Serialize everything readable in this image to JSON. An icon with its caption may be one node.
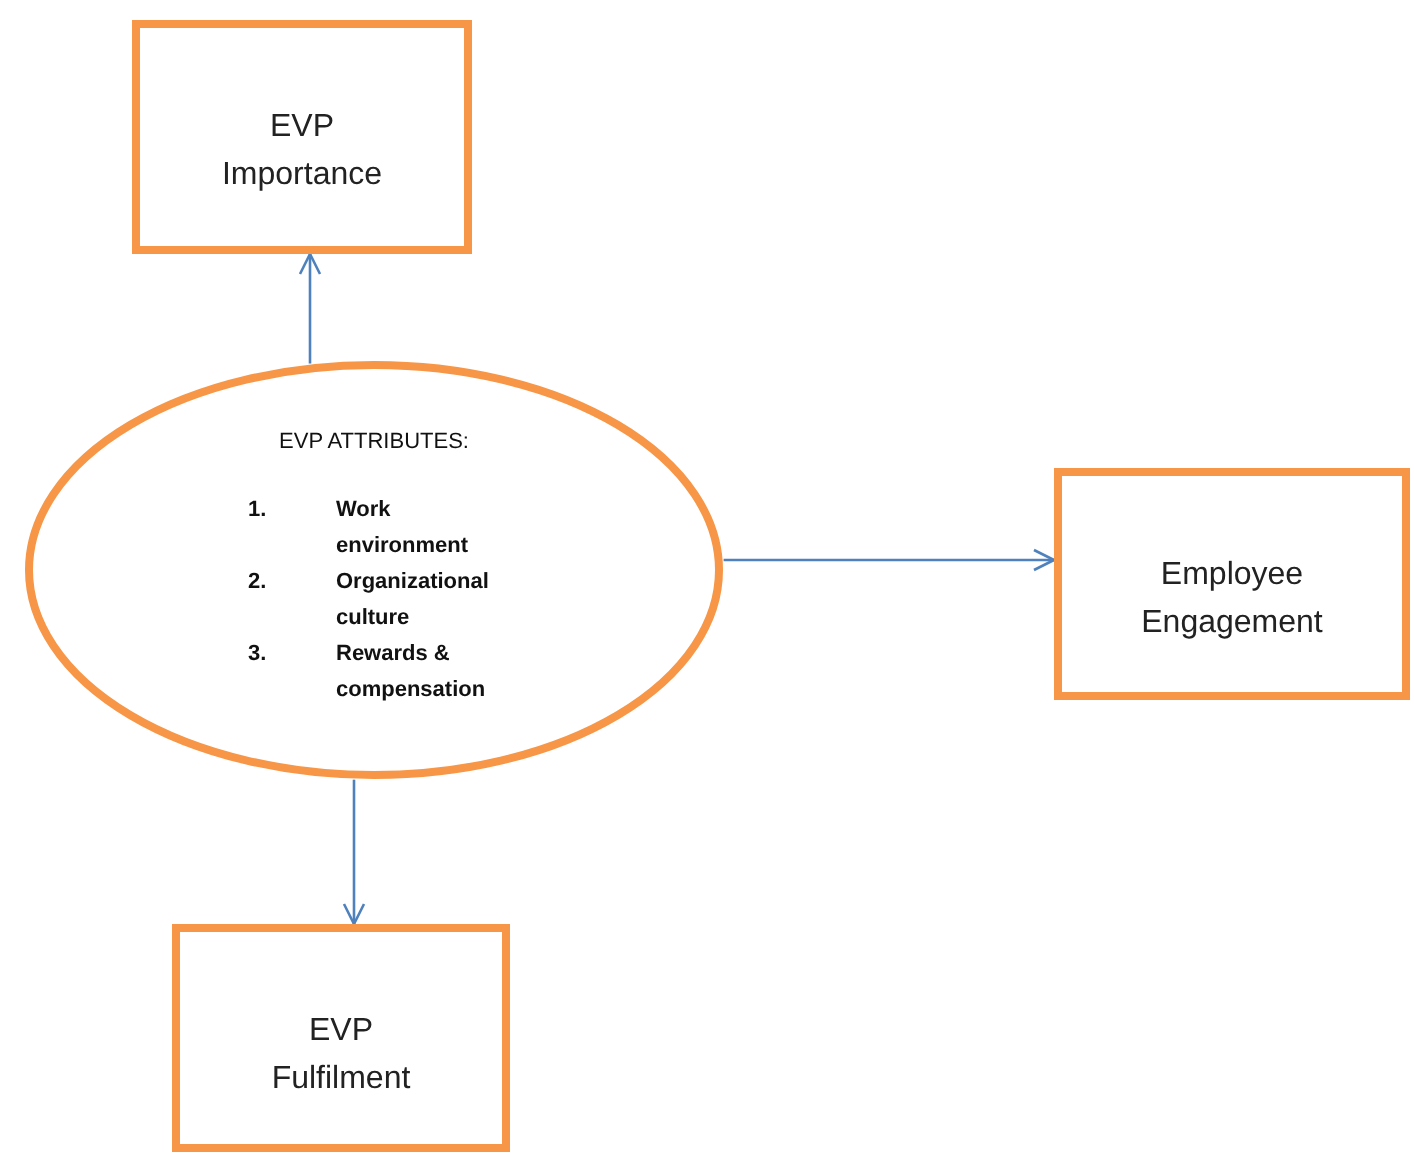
{
  "diagram": {
    "nodes": [
      {
        "text": [
          "EVP Importance"
        ]
      },
      {
        "text": [
          "EVP ATTRIBUTES:",
          "1.",
          "Work environment",
          "2.",
          "Organizational culture",
          "3.",
          "Rewards & compensation"
        ]
      },
      {
        "text": [
          "Employee Engagement"
        ]
      },
      {
        "text": [
          "EVP Fulfilment"
        ]
      }
    ],
    "edges": [
      {
        "from": 1,
        "to": 0,
        "arrow": "to"
      },
      {
        "from": 1,
        "to": 2,
        "arrow": "to"
      },
      {
        "from": 1,
        "to": 3,
        "arrow": "to"
      }
    ]
  }
}
